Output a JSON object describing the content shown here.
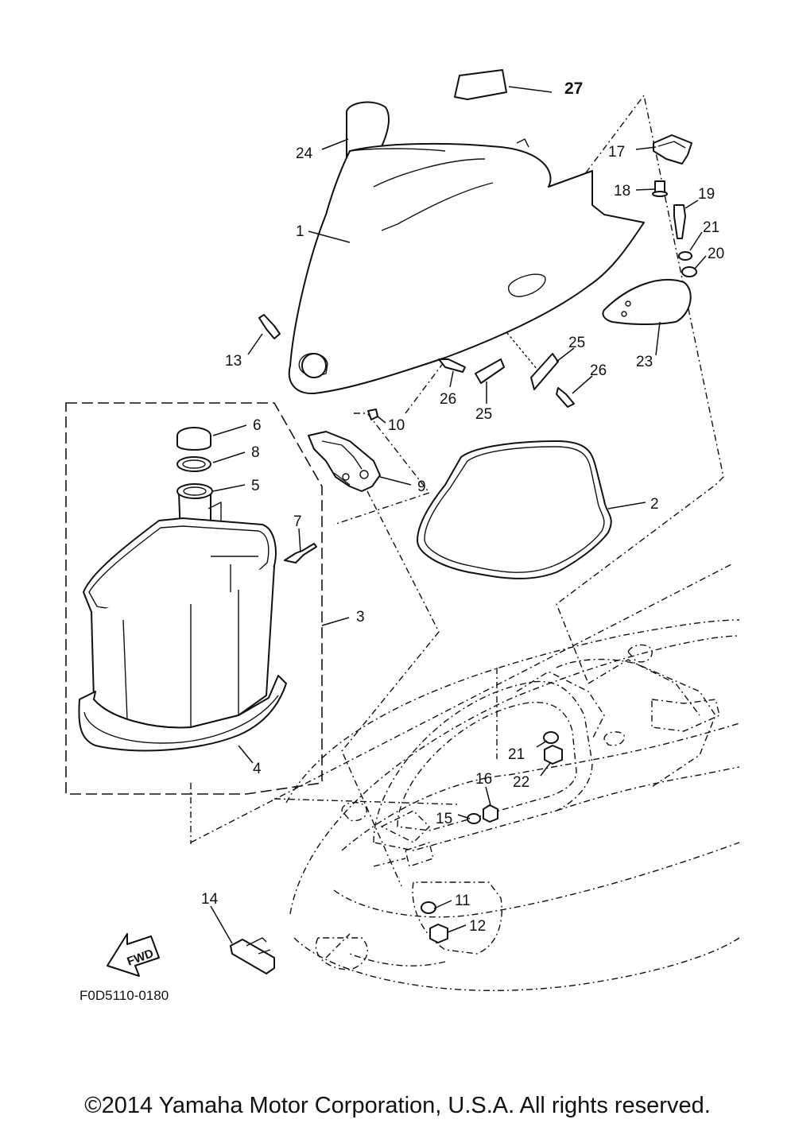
{
  "figure_code": "F0D5110-0180",
  "fwd_arrow_label": "FWD",
  "copyright": "©2014 Yamaha Motor Corporation, U.S.A. All rights reserved.",
  "callouts": {
    "p1": "1",
    "p2": "2",
    "p3": "3",
    "p4": "4",
    "p5": "5",
    "p6": "6",
    "p7": "7",
    "p8": "8",
    "p9": "9",
    "p10": "10",
    "p11": "11",
    "p12": "12",
    "p13": "13",
    "p14": "14",
    "p15": "15",
    "p16": "16",
    "p17": "17",
    "p18": "18",
    "p19": "19",
    "p20": "20",
    "p21a": "21",
    "p21b": "21",
    "p22": "22",
    "p23": "23",
    "p24": "24",
    "p25a": "25",
    "p25b": "25",
    "p26a": "26",
    "p26b": "26",
    "p27": "27"
  }
}
